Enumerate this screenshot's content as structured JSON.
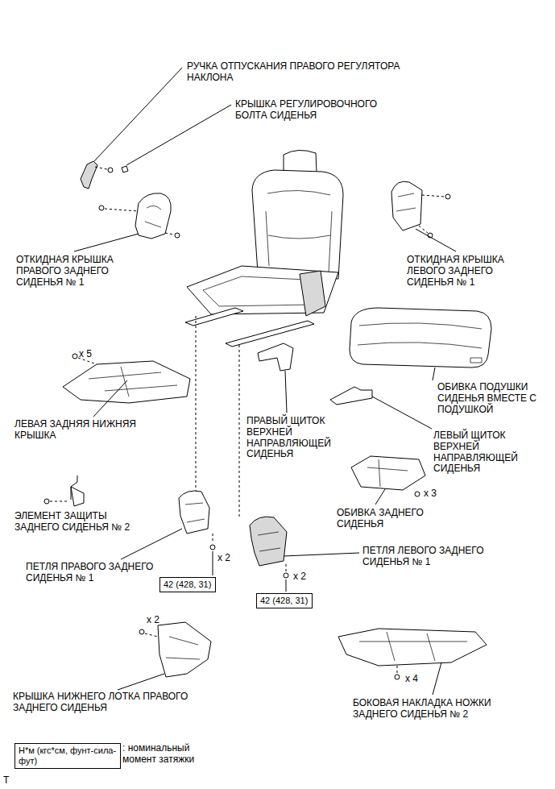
{
  "diagram": {
    "nodes": [
      {
        "text": [
          "42 (428, 31)"
        ]
      },
      {
        "text": [
          "42 (428, 31)"
        ]
      },
      {
        "text": [
          "Н*м (кгс*см, фунт-сила-фут)"
        ]
      }
    ],
    "edges": [],
    "labels": [
      "РУЧКА ОТПУСКАНИЯ ПРАВОГО РЕГУЛЯТОРА НАКЛОНА",
      "КРЫШКА РЕГУЛИРОВОЧНОГО БОЛТА СИДЕНЬЯ",
      "ОТКИДНАЯ КРЫШКА ПРАВОГО ЗАДНЕГО СИДЕНЬЯ № 1",
      "ОТКИДНАЯ КРЫШКА ЛЕВОГО ЗАДНЕГО СИДЕНЬЯ № 1",
      "x 5",
      "ОБИВКА ПОДУШКИ СИДЕНЬЯ ВМЕСТЕ С ПОДУШКОЙ",
      "ЛЕВАЯ ЗАДНЯЯ НИЖНЯЯ КРЫШКА",
      "ПРАВЫЙ ЩИТОК ВЕРХНЕЙ НАПРАВЛЯЮЩЕЙ СИДЕНЬЯ",
      "ЛЕВЫЙ ЩИТОК ВЕРХНЕЙ НАПРАВЛЯЮЩЕЙ СИДЕНЬЯ",
      "x 3",
      "ЭЛЕМЕНТ ЗАЩИТЫ ЗАДНЕГО СИДЕНЬЯ № 2",
      "ОБИВКА ЗАДНЕГО СИДЕНЬЯ",
      "x 2",
      "ПЕТЛЯ ПРАВОГО ЗАДНЕГО СИДЕНЬЯ № 1",
      "ПЕТЛЯ ЛЕВОГО ЗАДНЕГО СИДЕНЬЯ № 1",
      "x 2",
      "x 2",
      "x 4",
      "КРЫШКА НИЖНЕГО ЛОТКА ПРАВОГО ЗАДНЕГО СИДЕНЬЯ",
      "БОКОВАЯ НАКЛАДКА НОЖКИ ЗАДНЕГО СИДЕНЬЯ № 2",
      ": номинальный момент затяжки",
      "T"
    ]
  }
}
